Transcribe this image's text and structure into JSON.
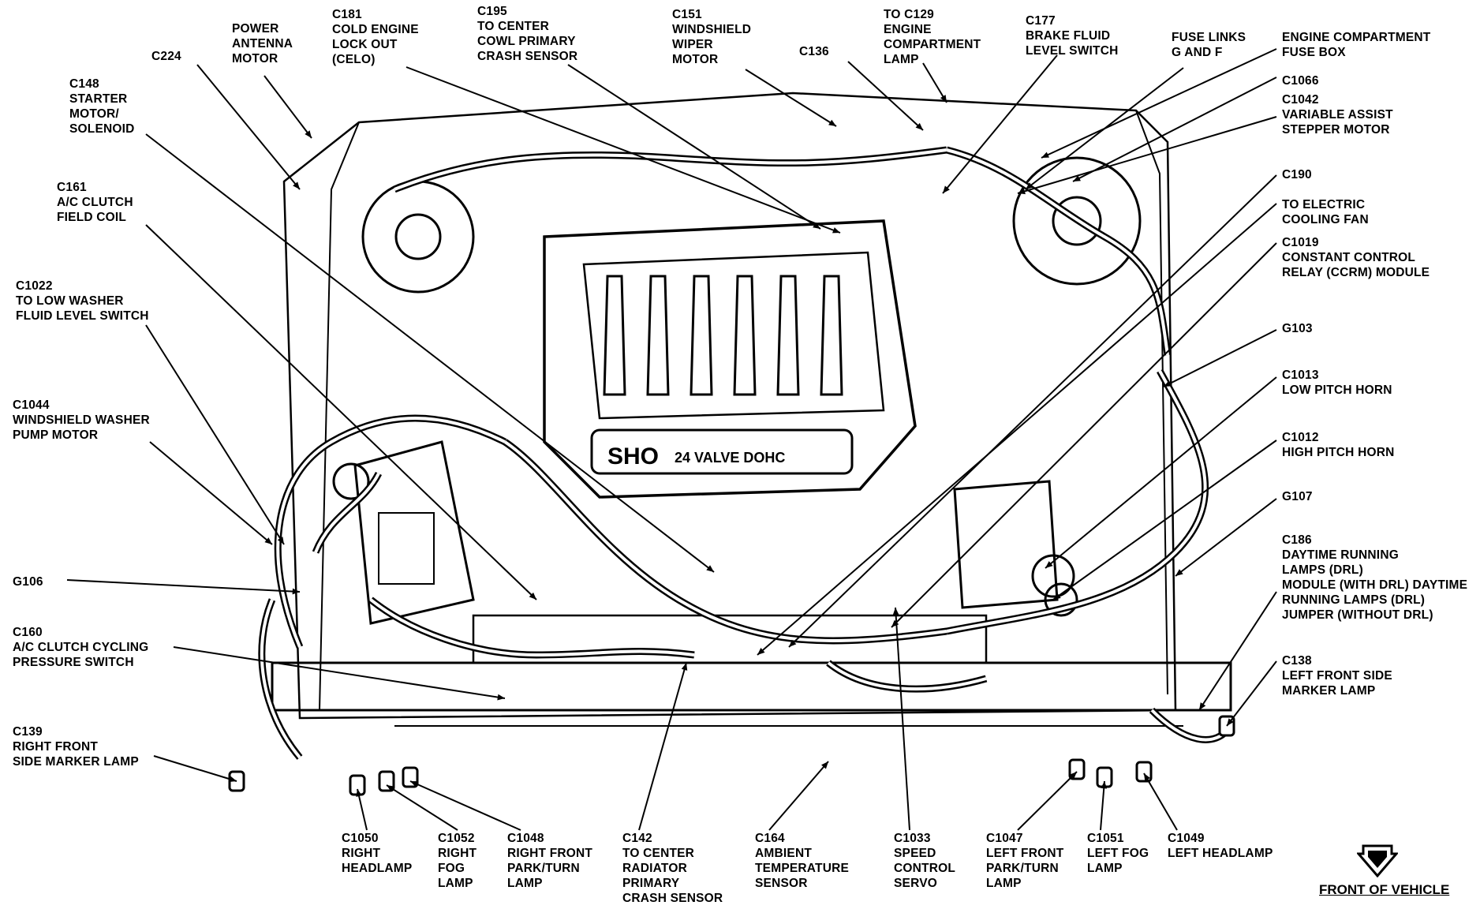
{
  "labels": [
    {
      "id": "c224",
      "lines": [
        "C224"
      ]
    },
    {
      "id": "power-antenna",
      "lines": [
        "POWER",
        "ANTENNA",
        "MOTOR"
      ]
    },
    {
      "id": "c181",
      "lines": [
        "C181",
        "COLD ENGINE",
        "LOCK OUT",
        "(CELO)"
      ]
    },
    {
      "id": "c195",
      "lines": [
        "C195",
        "TO CENTER",
        "COWL PRIMARY",
        "CRASH SENSOR"
      ]
    },
    {
      "id": "c151",
      "lines": [
        "C151",
        "WINDSHIELD",
        "WIPER",
        "MOTOR"
      ]
    },
    {
      "id": "c136",
      "lines": [
        "C136"
      ]
    },
    {
      "id": "c129",
      "lines": [
        "TO C129",
        "ENGINE",
        "COMPARTMENT",
        "LAMP"
      ]
    },
    {
      "id": "c177",
      "lines": [
        "C177",
        "BRAKE FLUID",
        "LEVEL SWITCH"
      ]
    },
    {
      "id": "fuse-links",
      "lines": [
        "FUSE LINKS",
        "G AND F"
      ]
    },
    {
      "id": "fuse-box",
      "lines": [
        "ENGINE COMPARTMENT",
        "FUSE BOX"
      ]
    },
    {
      "id": "c148",
      "lines": [
        "C148",
        "STARTER",
        "MOTOR/",
        "SOLENOID"
      ]
    },
    {
      "id": "c1066",
      "lines": [
        "C1066"
      ]
    },
    {
      "id": "c1042",
      "lines": [
        "C1042",
        "VARIABLE ASSIST",
        "STEPPER MOTOR"
      ]
    },
    {
      "id": "c161",
      "lines": [
        "C161",
        "A/C CLUTCH",
        "FIELD COIL"
      ]
    },
    {
      "id": "c190",
      "lines": [
        "C190"
      ]
    },
    {
      "id": "cooling-fan",
      "lines": [
        "TO ELECTRIC",
        "COOLING FAN"
      ]
    },
    {
      "id": "c1019",
      "lines": [
        "C1019",
        "CONSTANT CONTROL",
        "RELAY (CCRM) MODULE"
      ]
    },
    {
      "id": "c1022",
      "lines": [
        "C1022",
        "TO LOW WASHER",
        "FLUID LEVEL SWITCH"
      ]
    },
    {
      "id": "g103",
      "lines": [
        "G103"
      ]
    },
    {
      "id": "c1013",
      "lines": [
        "C1013",
        "LOW PITCH HORN"
      ]
    },
    {
      "id": "c1044",
      "lines": [
        "C1044",
        "WINDSHIELD WASHER",
        "PUMP MOTOR"
      ]
    },
    {
      "id": "c1012",
      "lines": [
        "C1012",
        "HIGH PITCH HORN"
      ]
    },
    {
      "id": "g107",
      "lines": [
        "G107"
      ]
    },
    {
      "id": "c186",
      "lines": [
        "C186",
        "DAYTIME RUNNING",
        "LAMPS (DRL)",
        "MODULE (WITH DRL) DAYTIME",
        "RUNNING LAMPS (DRL)",
        "JUMPER (WITHOUT DRL)"
      ]
    },
    {
      "id": "g106",
      "lines": [
        "G106"
      ]
    },
    {
      "id": "c160",
      "lines": [
        "C160",
        "A/C CLUTCH CYCLING",
        "PRESSURE SWITCH"
      ]
    },
    {
      "id": "c138",
      "lines": [
        "C138",
        "LEFT FRONT SIDE",
        "MARKER LAMP"
      ]
    },
    {
      "id": "c139",
      "lines": [
        "C139",
        "RIGHT FRONT",
        "SIDE MARKER LAMP"
      ]
    },
    {
      "id": "c1050",
      "lines": [
        "C1050",
        "RIGHT",
        "HEADLAMP"
      ]
    },
    {
      "id": "c1052",
      "lines": [
        "C1052",
        "RIGHT",
        "FOG",
        "LAMP"
      ]
    },
    {
      "id": "c1048",
      "lines": [
        "C1048",
        "RIGHT FRONT",
        "PARK/TURN",
        "LAMP"
      ]
    },
    {
      "id": "c142",
      "lines": [
        "C142",
        "TO CENTER",
        "RADIATOR",
        "PRIMARY",
        "CRASH SENSOR"
      ]
    },
    {
      "id": "c164",
      "lines": [
        "C164",
        "AMBIENT",
        "TEMPERATURE",
        "SENSOR"
      ]
    },
    {
      "id": "c1033",
      "lines": [
        "C1033",
        "SPEED",
        "CONTROL",
        "SERVO"
      ]
    },
    {
      "id": "c1047",
      "lines": [
        "C1047",
        "LEFT FRONT",
        "PARK/TURN",
        "LAMP"
      ]
    },
    {
      "id": "c1051",
      "lines": [
        "C1051",
        "LEFT FOG",
        "LAMP"
      ]
    },
    {
      "id": "c1049",
      "lines": [
        "C1049",
        "LEFT HEADLAMP"
      ]
    }
  ],
  "engine_badge": {
    "left": "SHO",
    "right": "24 VALVE DOHC"
  },
  "front_of_vehicle": "FRONT OF VEHICLE",
  "colors": {
    "ink": "#000000",
    "paper": "#ffffff"
  }
}
